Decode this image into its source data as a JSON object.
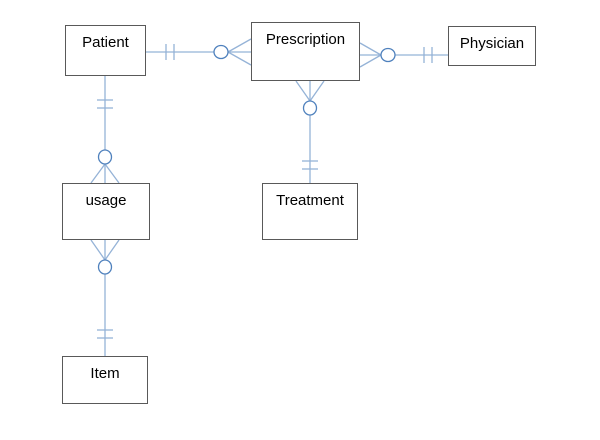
{
  "diagram": {
    "type": "entity-relationship-diagram",
    "notation": "crows-foot",
    "entities": [
      {
        "id": "patient",
        "label": "Patient"
      },
      {
        "id": "prescription",
        "label": "Prescription"
      },
      {
        "id": "physician",
        "label": "Physician"
      },
      {
        "id": "usage",
        "label": "usage"
      },
      {
        "id": "treatment",
        "label": "Treatment"
      },
      {
        "id": "item",
        "label": "Item"
      }
    ],
    "relationships": [
      {
        "from": "Patient",
        "to": "Prescription",
        "from_cardinality": "exactly-one",
        "to_cardinality": "zero-or-many"
      },
      {
        "from": "Physician",
        "to": "Prescription",
        "from_cardinality": "exactly-one",
        "to_cardinality": "zero-or-many"
      },
      {
        "from": "Patient",
        "to": "usage",
        "from_cardinality": "exactly-one",
        "to_cardinality": "zero-or-many"
      },
      {
        "from": "Treatment",
        "to": "Prescription",
        "from_cardinality": "exactly-one",
        "to_cardinality": "zero-or-many"
      },
      {
        "from": "Item",
        "to": "usage",
        "from_cardinality": "exactly-one",
        "to_cardinality": "zero-or-many"
      }
    ],
    "colors": {
      "connector": "#95b3d7",
      "symbol": "#4f81bd",
      "entity_border": "#595959",
      "entity_fill": "#ffffff",
      "text": "#000000"
    }
  }
}
